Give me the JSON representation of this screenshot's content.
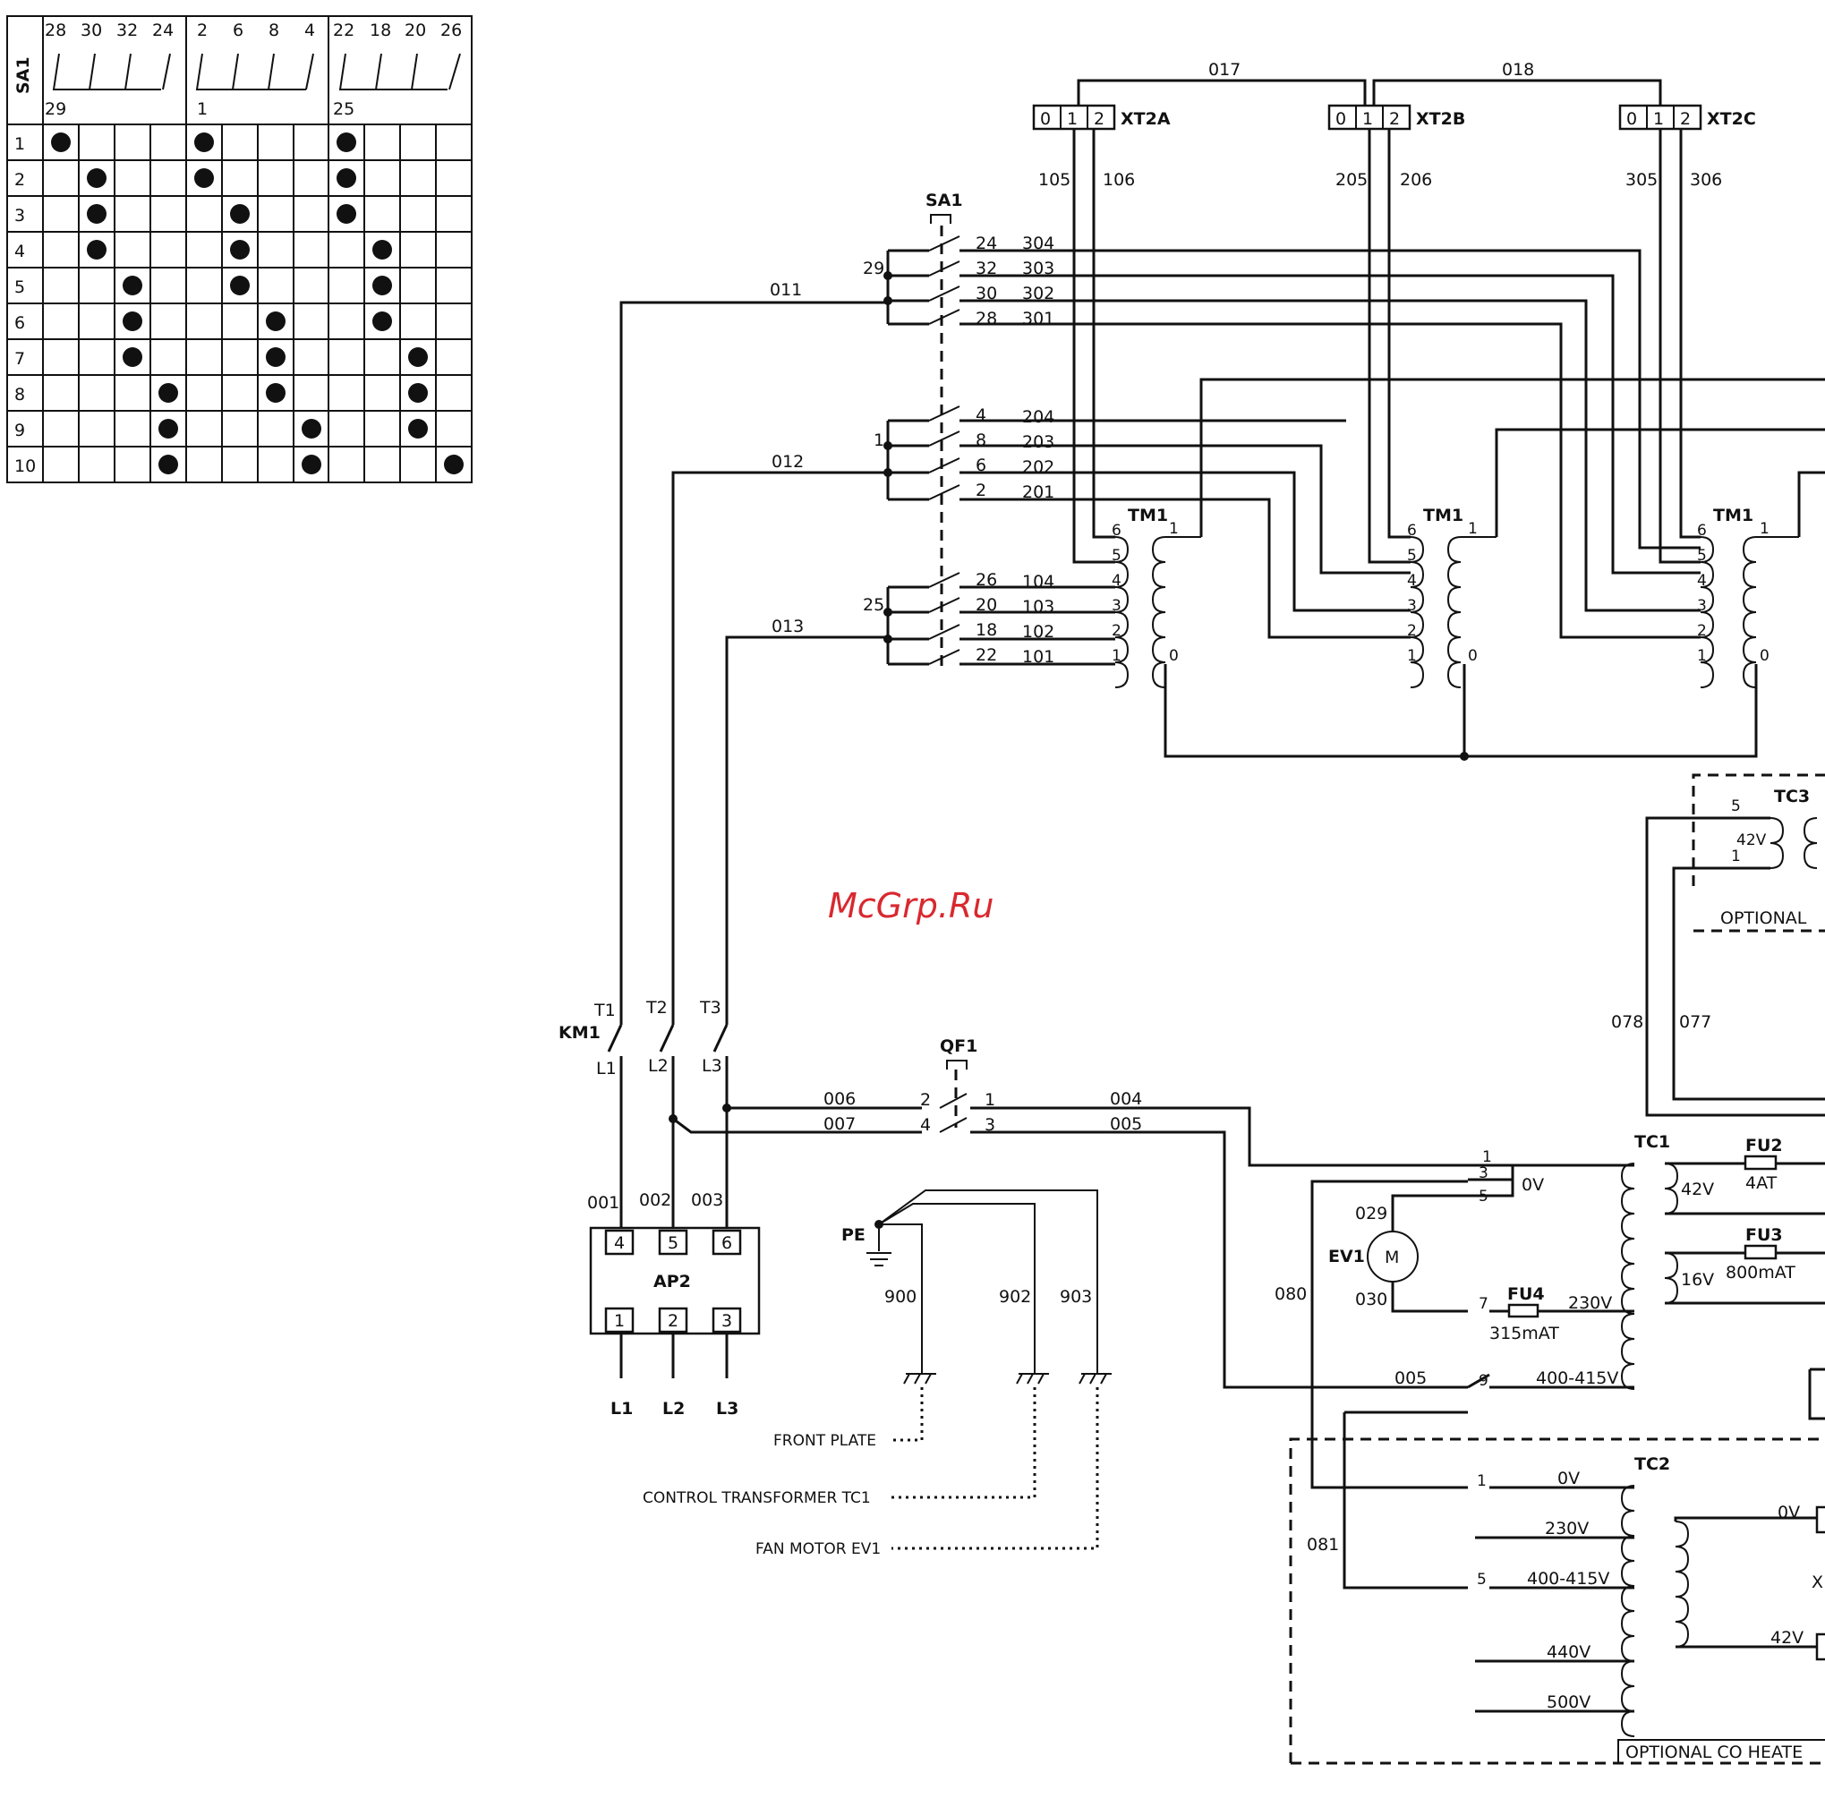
{
  "watermark": "McGrp.Ru",
  "switch_table": {
    "name": "SA1",
    "group1": {
      "contacts": [
        "28",
        "30",
        "32",
        "24"
      ],
      "common": "29"
    },
    "group2": {
      "contacts": [
        "2",
        "6",
        "8",
        "4"
      ],
      "common": "1"
    },
    "group3": {
      "contacts": [
        "22",
        "18",
        "20",
        "26"
      ],
      "common": "25"
    },
    "rows": [
      "1",
      "2",
      "3",
      "4",
      "5",
      "6",
      "7",
      "8",
      "9",
      "10"
    ],
    "dots": [
      [
        1,
        0,
        0,
        0,
        1,
        0,
        0,
        0,
        1,
        0,
        0,
        0
      ],
      [
        0,
        1,
        0,
        0,
        1,
        0,
        0,
        0,
        1,
        0,
        0,
        0
      ],
      [
        0,
        1,
        0,
        0,
        0,
        1,
        0,
        0,
        1,
        0,
        0,
        0
      ],
      [
        0,
        1,
        0,
        0,
        0,
        1,
        0,
        0,
        0,
        1,
        0,
        0
      ],
      [
        0,
        0,
        1,
        0,
        0,
        1,
        0,
        0,
        0,
        1,
        0,
        0
      ],
      [
        0,
        0,
        1,
        0,
        0,
        0,
        1,
        0,
        0,
        1,
        0,
        0
      ],
      [
        0,
        0,
        1,
        0,
        0,
        0,
        1,
        0,
        0,
        0,
        1,
        0
      ],
      [
        0,
        0,
        0,
        1,
        0,
        0,
        1,
        0,
        0,
        0,
        1,
        0
      ],
      [
        0,
        0,
        0,
        1,
        0,
        0,
        0,
        1,
        0,
        0,
        1,
        0
      ],
      [
        0,
        0,
        0,
        1,
        0,
        0,
        0,
        1,
        0,
        0,
        0,
        1
      ]
    ]
  },
  "terminals": {
    "xt2a": {
      "name": "XT2A",
      "pins": [
        "0",
        "1",
        "2"
      ],
      "wires": [
        "105",
        "106"
      ]
    },
    "xt2b": {
      "name": "XT2B",
      "pins": [
        "0",
        "1",
        "2"
      ],
      "wires": [
        "205",
        "206"
      ]
    },
    "xt2c": {
      "name": "XT2C",
      "pins": [
        "0",
        "1",
        "2"
      ],
      "wires": [
        "305",
        "306"
      ]
    },
    "links": [
      "017",
      "018"
    ]
  },
  "sa1_switch": {
    "name": "SA1",
    "group1": {
      "common": "29",
      "feed": "011",
      "contacts": [
        "24",
        "32",
        "30",
        "28"
      ],
      "wires": [
        "304",
        "303",
        "302",
        "301"
      ]
    },
    "group2": {
      "common": "1",
      "feed": "012",
      "contacts": [
        "4",
        "8",
        "6",
        "2"
      ],
      "wires": [
        "204",
        "203",
        "202",
        "201"
      ]
    },
    "group3": {
      "common": "25",
      "feed": "013",
      "contacts": [
        "26",
        "20",
        "18",
        "22"
      ],
      "wires": [
        "104",
        "103",
        "102",
        "101"
      ]
    }
  },
  "tm1": {
    "name": "TM1",
    "taps": [
      "6",
      "5",
      "4",
      "3",
      "2",
      "1"
    ],
    "primary_top": "1",
    "primary_bottom": "0"
  },
  "km1": {
    "name": "KM1",
    "top": [
      "T1",
      "T2",
      "T3"
    ],
    "bottom": [
      "L1",
      "L2",
      "L3"
    ]
  },
  "qf1": {
    "name": "QF1",
    "in_pins": [
      "2",
      "4"
    ],
    "out_pins": [
      "1",
      "3"
    ],
    "in_wires": [
      "006",
      "007"
    ],
    "out_wires": [
      "004",
      "005"
    ]
  },
  "ap2": {
    "name": "AP2",
    "top_pins": [
      "4",
      "5",
      "6"
    ],
    "bottom_pins": [
      "1",
      "2",
      "3"
    ],
    "top_wires": [
      "001",
      "002",
      "003"
    ],
    "lines": [
      "L1",
      "L2",
      "L3"
    ]
  },
  "ground": {
    "name": "PE",
    "wires": [
      "900",
      "902",
      "903"
    ],
    "captions": [
      "FRONT PLATE",
      "CONTROL TRANSFORMER TC1",
      "FAN MOTOR EV1"
    ]
  },
  "tc1": {
    "name": "TC1",
    "pins": [
      "1",
      "3",
      "5",
      "7",
      "9"
    ],
    "zero": "0V",
    "v230": "230V",
    "v400": "400-415V",
    "wires": {
      "w029": "029",
      "w030": "030",
      "w080": "080",
      "w005": "005"
    },
    "ev1": {
      "name": "EV1",
      "symbol": "M"
    },
    "fu4": {
      "name": "FU4",
      "rating": "315mAT"
    },
    "sec": [
      {
        "v": "42V",
        "fuse": "FU2",
        "rating": "4AT"
      },
      {
        "v": "16V",
        "fuse": "FU3",
        "rating": "800mAT"
      }
    ]
  },
  "tc2": {
    "name": "TC2",
    "caption": "OPTIONAL CO  HEATE",
    "pins": [
      "1",
      "5"
    ],
    "taps": [
      "0V",
      "230V",
      "400-415V",
      "440V",
      "500V"
    ],
    "sec": [
      "0V",
      "42V"
    ],
    "wire": "081",
    "x_label": "X"
  },
  "tc3": {
    "name": "TC3",
    "caption": "OPTIONAL",
    "pins": [
      "5",
      "1"
    ],
    "v": "42V",
    "wires": [
      "078",
      "077"
    ]
  }
}
